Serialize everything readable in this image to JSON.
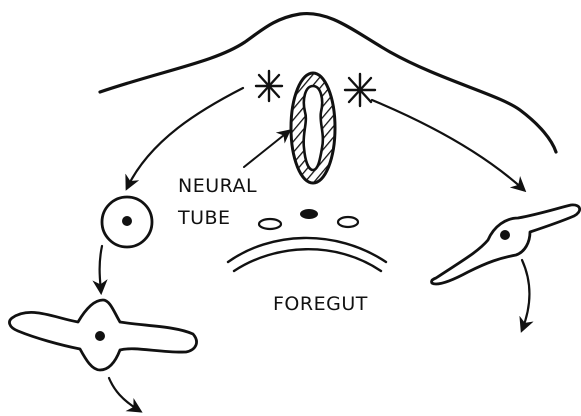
{
  "labels": {
    "neural_line1": "NEURAL",
    "neural_line2": "TUBE",
    "foregut": "FOREGUT"
  },
  "colors": {
    "ink": "#111111",
    "background": "#ffffff"
  },
  "icons": [
    "star-icon",
    "star-icon",
    "arrow-icon"
  ]
}
